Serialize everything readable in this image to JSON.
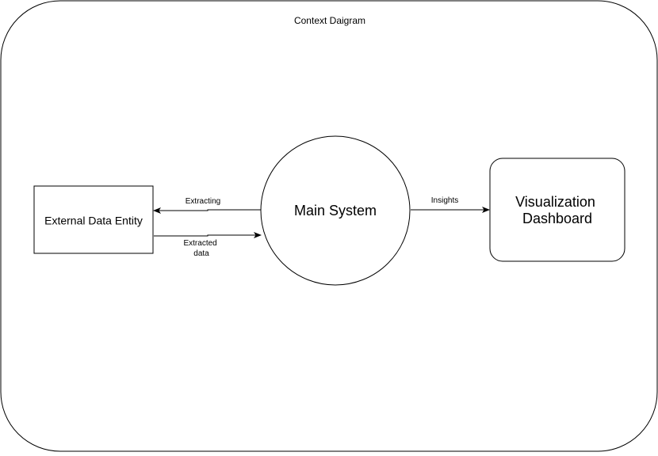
{
  "diagram": {
    "title": "Context Daigram",
    "nodes": {
      "external_entity": {
        "label": "External Data Entity"
      },
      "main_system": {
        "label": "Main System"
      },
      "dashboard": {
        "label_lines": [
          "Visualization",
          "Dashboard"
        ]
      }
    },
    "flows": {
      "extracting": {
        "label": "Extracting"
      },
      "extracted_data": {
        "label_lines": [
          "Extracted",
          "data"
        ]
      },
      "insights": {
        "label": "Insights"
      }
    }
  },
  "colors": {
    "stroke": "#000000",
    "background": "#ffffff"
  }
}
